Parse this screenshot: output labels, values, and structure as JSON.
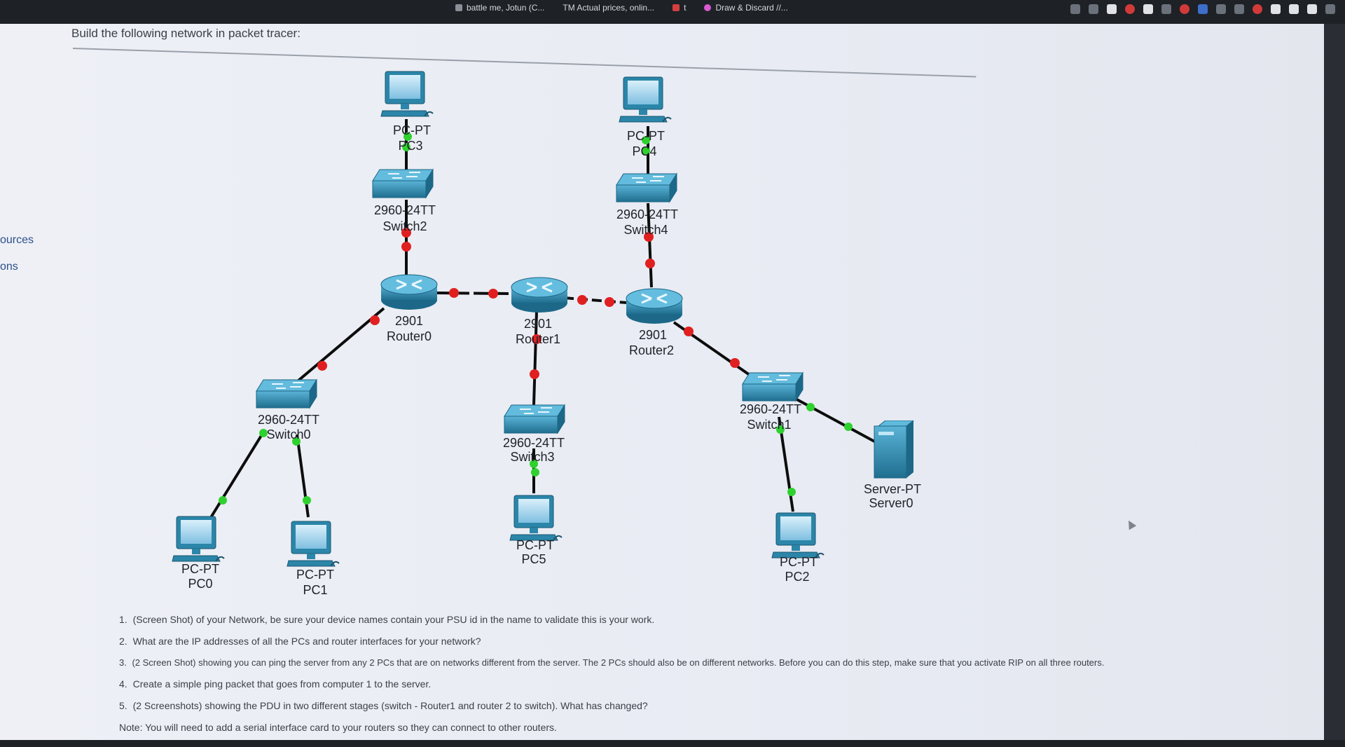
{
  "browser": {
    "tabs": [
      {
        "label": "battle me, Jotun (C..."
      },
      {
        "label": "TM  Actual prices, onlin..."
      },
      {
        "label": "t"
      },
      {
        "label": "Draw & Discard //..."
      }
    ]
  },
  "page": {
    "intro": "Build the following network in packet tracer:",
    "side_links": [
      "ources",
      "ons"
    ]
  },
  "network": {
    "devices": {
      "pc3": {
        "model": "PC-PT",
        "name": "PC3"
      },
      "pc4": {
        "model": "PC-PT",
        "name": "PC4"
      },
      "switch2": {
        "model": "2960-24TT",
        "name": "Switch2"
      },
      "switch4": {
        "model": "2960-24TT",
        "name": "Switch4"
      },
      "router0": {
        "model": "2901",
        "name": "Router0"
      },
      "router1": {
        "model": "2901",
        "name": "Router1"
      },
      "router2": {
        "model": "2901",
        "name": "Router2"
      },
      "switch0": {
        "model": "2960-24TT",
        "name": "Switch0"
      },
      "switch3": {
        "model": "2960-24TT",
        "name": "Switch3"
      },
      "switch1": {
        "model": "2960-24TT",
        "name": "Switch1"
      },
      "pc0": {
        "model": "PC-PT",
        "name": "PC0"
      },
      "pc1": {
        "model": "PC-PT",
        "name": "PC1"
      },
      "pc5": {
        "model": "PC-PT",
        "name": "PC5"
      },
      "pc2": {
        "model": "PC-PT",
        "name": "PC2"
      },
      "server0": {
        "model": "Server-PT",
        "name": "Server0"
      }
    },
    "link_status_colors": {
      "up": "#2fd12f",
      "down": "#e02020"
    },
    "device_color": "#2f8fb0"
  },
  "steps": [
    {
      "num": "1.",
      "text": "(Screen Shot) of your Network, be sure your device names contain your PSU id in the name to validate this is your work."
    },
    {
      "num": "2.",
      "text": "What are the IP addresses of all the PCs and router interfaces for your network?"
    },
    {
      "num": "3.",
      "text": "(2 Screen Shot) showing you can ping the server from any 2 PCs that are on networks different from the server. The 2 PCs should also be on different networks. Before you can do this step, make sure that you activate RIP on all three routers."
    },
    {
      "num": "4.",
      "text": "Create a simple ping packet that goes from computer 1 to the server."
    },
    {
      "num": "5.",
      "text": "(2 Screenshots) showing the PDU in two different stages (switch - Router1 and router 2 to switch). What has changed?"
    }
  ],
  "note": "Note: You will need to add a serial interface card to your routers so they can connect to other routers."
}
